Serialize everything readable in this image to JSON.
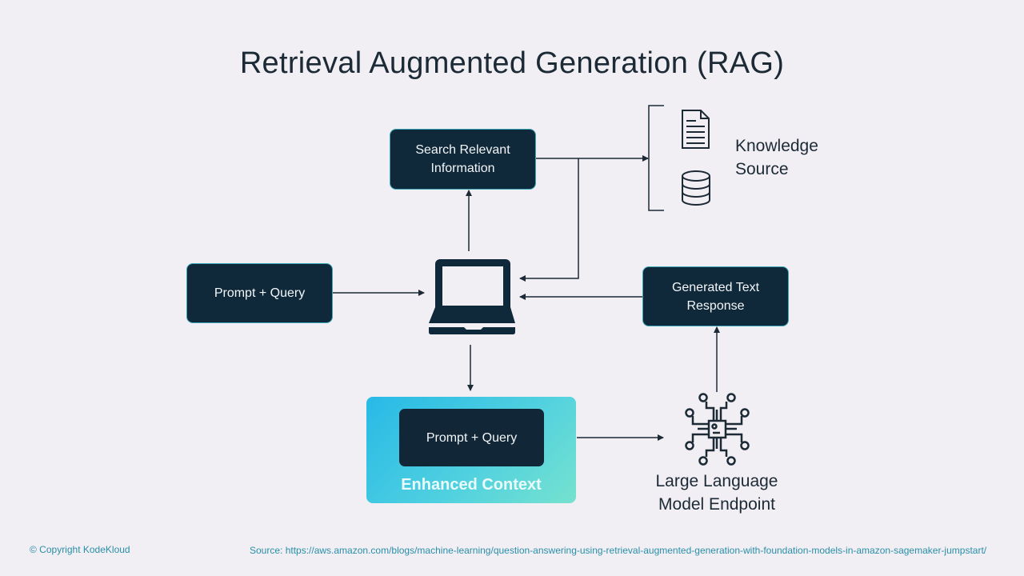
{
  "title": "Retrieval Augmented Generation (RAG)",
  "nodes": {
    "search": {
      "line1": "Search Relevant",
      "line2": "Information"
    },
    "prompt": {
      "label": "Prompt + Query"
    },
    "generated": {
      "line1": "Generated Text",
      "line2": "Response"
    },
    "enhanced": {
      "inner_label": "Prompt + Query",
      "label": "Enhanced Context"
    },
    "knowledge": {
      "line1": "Knowledge",
      "line2": "Source",
      "icons": [
        "document-icon",
        "database-icon"
      ]
    },
    "llm": {
      "line1": "Large Language",
      "line2": "Model Endpoint",
      "icon": "neural-chip-icon"
    },
    "client": {
      "icon": "laptop-icon"
    }
  },
  "colors": {
    "background": "#f1eff4",
    "box": "#10293a",
    "box_border": "#3aa8b8",
    "enhanced_gradient_start": "#27b9e6",
    "enhanced_gradient_end": "#76e2cf",
    "footer_text": "#2a8ea8"
  },
  "footer": {
    "copyright": "© Copyright KodeKloud",
    "source": "Source: https://aws.amazon.com/blogs/machine-learning/question-answering-using-retrieval-augmented-generation-with-foundation-models-in-amazon-sagemaker-jumpstart/"
  }
}
